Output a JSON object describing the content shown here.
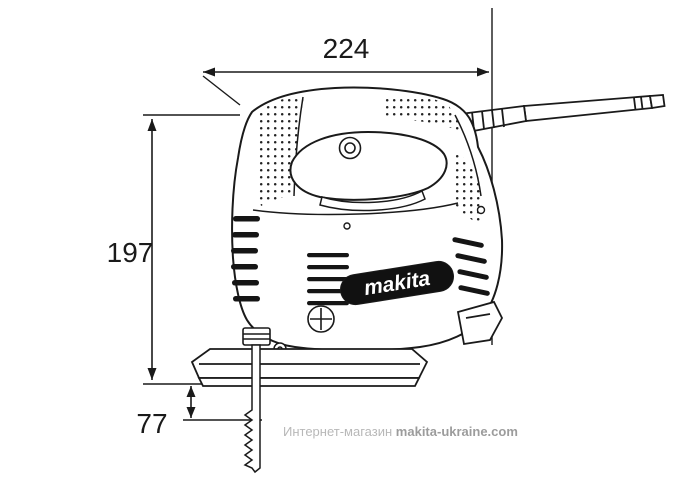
{
  "diagram": {
    "dimensions": {
      "width": "224",
      "height": "197",
      "base": "77"
    },
    "brand": {
      "label": "makita"
    },
    "line_color": "#1a1a1a"
  },
  "watermark": {
    "prefix": "Интернет-магазин",
    "site": "makita-ukraine.com",
    "prefix_color": "#b8b8b8",
    "site_color": "#9c9c9c"
  }
}
